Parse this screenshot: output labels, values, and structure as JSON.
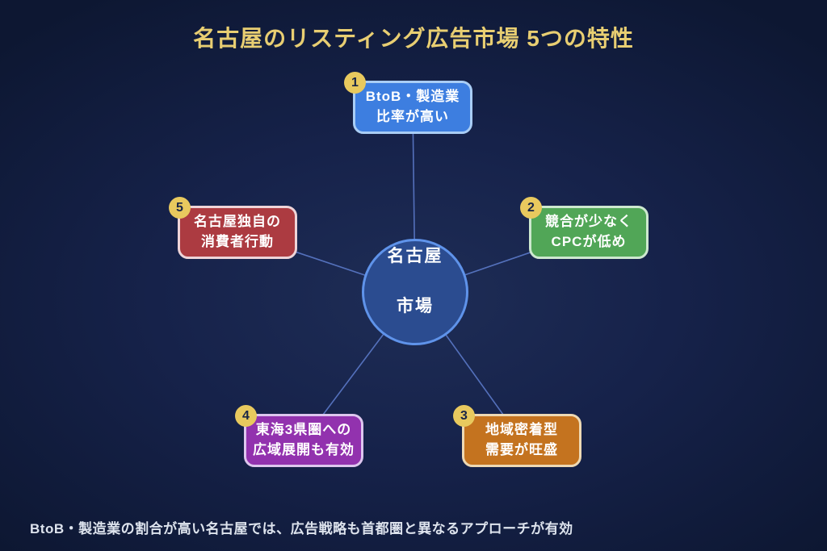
{
  "title": {
    "text": "名古屋のリスティング広告市場 5つの特性",
    "color": "#e8ce72"
  },
  "hub": {
    "line1": "名古屋",
    "line2": "市場",
    "fill": "#2b4c90",
    "border": "#5f93ea"
  },
  "nodes": [
    {
      "number": "1",
      "line1": "BtoB・製造業",
      "line2": "比率が高い",
      "fill": "#3d7ee0",
      "border": "#a9cdf5",
      "position": "top"
    },
    {
      "number": "2",
      "line1": "競合が少なく",
      "line2": "CPCが低め",
      "fill": "#51a657",
      "border": "#cde8cf",
      "position": "right"
    },
    {
      "number": "3",
      "line1": "地域密着型",
      "line2": "需要が旺盛",
      "fill": "#c4731f",
      "border": "#eed9b4",
      "position": "bottom-right"
    },
    {
      "number": "4",
      "line1": "東海3県圏への",
      "line2": "広域展開も有効",
      "fill": "#9232ae",
      "border": "#ddc6ee",
      "position": "bottom-left"
    },
    {
      "number": "5",
      "line1": "名古屋独自の",
      "line2": "消費者行動",
      "fill": "#ac3b41",
      "border": "#eed4d8",
      "position": "left"
    }
  ],
  "badge": {
    "fill": "#e8c95e",
    "text_color": "#182547"
  },
  "connector_color": "#5b79c8",
  "caption": {
    "text": "BtoB・製造業の割合が高い名古屋では、広告戦略も首都圏と異なるアプローチが有効",
    "color": "#dde3ed"
  }
}
